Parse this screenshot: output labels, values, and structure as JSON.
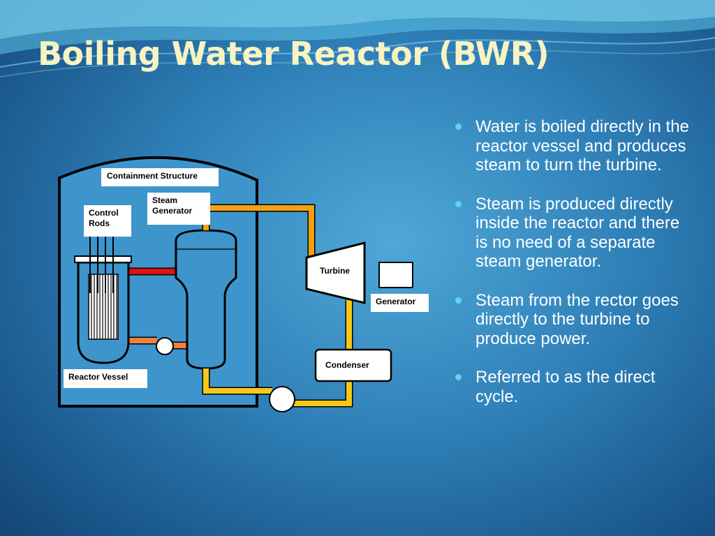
{
  "slide": {
    "title": "Boiling Water Reactor (BWR)",
    "colors": {
      "title": "#f7f3c2",
      "background": "#2f80b8",
      "bullet": "#5fd4ee",
      "steam_pipe": "#f5a010",
      "feedwater_pipe": "#f7c81a",
      "hot_loop": "#e60f10",
      "return_loop": "#f08040"
    }
  },
  "diagram": {
    "labels": {
      "containment": "Containment Structure",
      "steam_generator_line1": "Steam",
      "steam_generator_line2": "Generator",
      "control_rods_line1": "Control",
      "control_rods_line2": "Rods",
      "turbine": "Turbine",
      "generator": "Generator",
      "condenser": "Condenser",
      "reactor_vessel": "Reactor Vessel"
    }
  },
  "bullets": [
    "Water is boiled directly in the reactor vessel and produces steam to turn the turbine.",
    "Steam is produced directly inside the reactor and there is no need of a separate steam generator.",
    "Steam from the rector goes directly to the turbine to produce power.",
    "Referred to as the direct cycle."
  ]
}
